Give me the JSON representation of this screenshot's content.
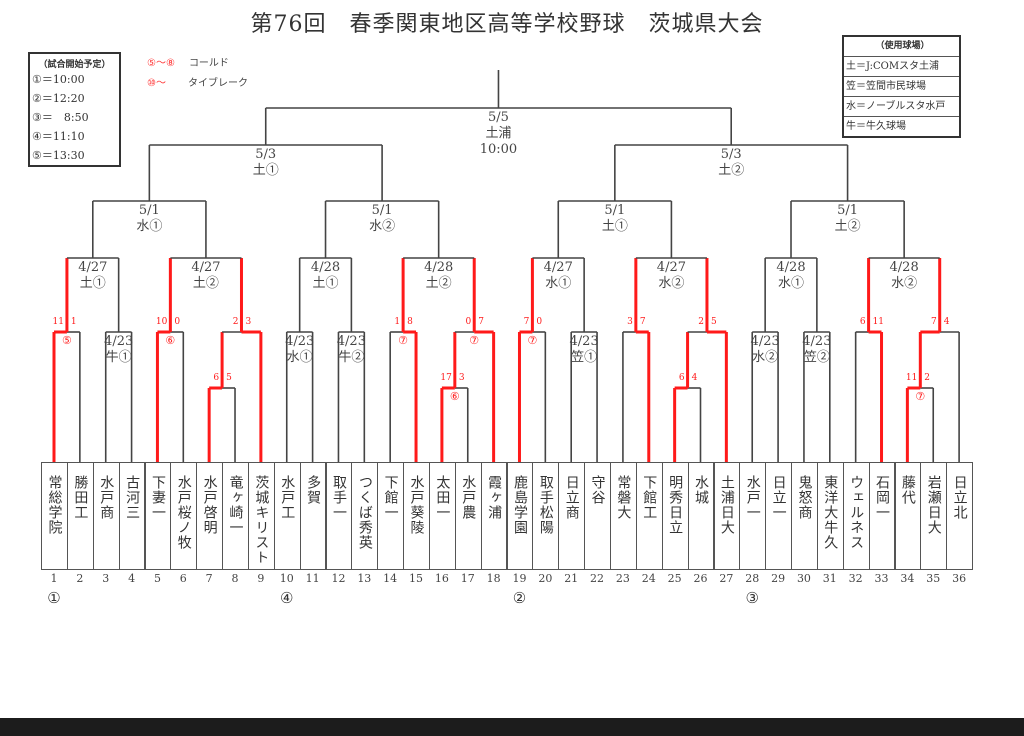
{
  "title": "第76回　春季関東地区高等学校野球　茨城県大会",
  "start_times": {
    "heading": "（試合開始予定）",
    "rows": [
      "①＝10:00",
      "②＝12:20",
      "③＝　8:50",
      "④＝11:10",
      "⑤＝13:30"
    ]
  },
  "notes": [
    {
      "mark": "⑤～⑧",
      "text": "コールド"
    },
    {
      "mark": "⑩～",
      "text": "タイブレーク"
    }
  ],
  "venues": {
    "heading": "（使用球場）",
    "rows": [
      "土＝J:COMスタ土浦",
      "笠＝笠間市民球場",
      "水＝ノーブルスタ水戸",
      "牛＝牛久球場"
    ]
  },
  "colors": {
    "win": "#ff1a1a",
    "line": "#444444"
  },
  "teams": [
    {
      "no": "1",
      "name": "常総学院"
    },
    {
      "no": "2",
      "name": "勝田工"
    },
    {
      "no": "3",
      "name": "水戸商"
    },
    {
      "no": "4",
      "name": "古河三"
    },
    {
      "no": "5",
      "name": "下妻一"
    },
    {
      "no": "6",
      "name": "水戸桜ノ牧"
    },
    {
      "no": "7",
      "name": "水戸啓明"
    },
    {
      "no": "8",
      "name": "竜ヶ崎一"
    },
    {
      "no": "9",
      "name": "茨城キリスト"
    },
    {
      "no": "10",
      "name": "水戸工"
    },
    {
      "no": "11",
      "name": "多賀"
    },
    {
      "no": "12",
      "name": "取手一"
    },
    {
      "no": "13",
      "name": "つくば秀英"
    },
    {
      "no": "14",
      "name": "下館一"
    },
    {
      "no": "15",
      "name": "水戸葵陵"
    },
    {
      "no": "16",
      "name": "太田一"
    },
    {
      "no": "17",
      "name": "水戸農"
    },
    {
      "no": "18",
      "name": "霞ヶ浦"
    },
    {
      "no": "19",
      "name": "鹿島学園"
    },
    {
      "no": "20",
      "name": "取手松陽"
    },
    {
      "no": "21",
      "name": "日立商"
    },
    {
      "no": "22",
      "name": "守谷"
    },
    {
      "no": "23",
      "name": "常磐大"
    },
    {
      "no": "24",
      "name": "下館工"
    },
    {
      "no": "25",
      "name": "明秀日立"
    },
    {
      "no": "26",
      "name": "水城"
    },
    {
      "no": "27",
      "name": "土浦日大"
    },
    {
      "no": "28",
      "name": "水戸一"
    },
    {
      "no": "29",
      "name": "日立一"
    },
    {
      "no": "30",
      "name": "鬼怒商"
    },
    {
      "no": "31",
      "name": "東洋大牛久"
    },
    {
      "no": "32",
      "name": "ウェルネス"
    },
    {
      "no": "33",
      "name": "石岡一"
    },
    {
      "no": "34",
      "name": "藤代"
    },
    {
      "no": "35",
      "name": "岩瀬日大"
    },
    {
      "no": "36",
      "name": "日立北"
    }
  ],
  "seeds": [
    {
      "team": 1,
      "mark": "①"
    },
    {
      "team": 10,
      "mark": "④"
    },
    {
      "team": 19,
      "mark": "②"
    },
    {
      "team": 28,
      "mark": "③"
    }
  ],
  "matches": [
    {
      "id": "m1",
      "a": "t1",
      "b": "t2",
      "round": 1,
      "score": [
        "11",
        "1"
      ],
      "winner": "a",
      "mark": "⑤"
    },
    {
      "id": "m2",
      "a": "t3",
      "b": "t4",
      "round": 1,
      "label": [
        "4/23",
        "牛①"
      ]
    },
    {
      "id": "m3",
      "a": "t5",
      "b": "t6",
      "round": 1,
      "score": [
        "10",
        "0"
      ],
      "winner": "a",
      "mark": "⑥"
    },
    {
      "id": "m4",
      "a": "t7",
      "b": "t8",
      "round": 0,
      "score": [
        "6",
        "5"
      ],
      "winner": "a"
    },
    {
      "id": "m5",
      "a": "m4",
      "b": "t9",
      "round": 1,
      "score": [
        "2",
        "3"
      ],
      "winner": "b"
    },
    {
      "id": "m6",
      "a": "t10",
      "b": "t11",
      "round": 1,
      "label": [
        "4/23",
        "水①"
      ]
    },
    {
      "id": "m7",
      "a": "t12",
      "b": "t13",
      "round": 1,
      "label": [
        "4/23",
        "牛②"
      ]
    },
    {
      "id": "m8",
      "a": "t14",
      "b": "t15",
      "round": 1,
      "score": [
        "1",
        "8"
      ],
      "winner": "b",
      "mark": "⑦"
    },
    {
      "id": "m9",
      "a": "t16",
      "b": "t17",
      "round": 0,
      "score": [
        "17",
        "3"
      ],
      "winner": "a",
      "mark": "⑥"
    },
    {
      "id": "m10",
      "a": "m9",
      "b": "t18",
      "round": 1,
      "score": [
        "0",
        "7"
      ],
      "winner": "b",
      "mark": "⑦"
    },
    {
      "id": "m11",
      "a": "t19",
      "b": "t20",
      "round": 1,
      "score": [
        "7",
        "0"
      ],
      "winner": "a",
      "mark": "⑦"
    },
    {
      "id": "m12",
      "a": "t21",
      "b": "t22",
      "round": 1,
      "label": [
        "4/23",
        "笠①"
      ]
    },
    {
      "id": "m13",
      "a": "t23",
      "b": "t24",
      "round": 1,
      "score": [
        "3",
        "7"
      ],
      "winner": "b"
    },
    {
      "id": "m14",
      "a": "t25",
      "b": "t26",
      "round": 0,
      "score": [
        "6",
        "4"
      ],
      "winner": "a"
    },
    {
      "id": "m15",
      "a": "m14",
      "b": "t27",
      "round": 1,
      "score": [
        "2",
        "5"
      ],
      "winner": "b"
    },
    {
      "id": "m16",
      "a": "t28",
      "b": "t29",
      "round": 1,
      "label": [
        "4/23",
        "水②"
      ]
    },
    {
      "id": "m17",
      "a": "t30",
      "b": "t31",
      "round": 1,
      "label": [
        "4/23",
        "笠②"
      ]
    },
    {
      "id": "m18",
      "a": "t32",
      "b": "t33",
      "round": 1,
      "score": [
        "6",
        "11"
      ],
      "winner": "b"
    },
    {
      "id": "m19",
      "a": "t34",
      "b": "t35",
      "round": 0,
      "score": [
        "11",
        "2"
      ],
      "winner": "a",
      "mark": "⑦"
    },
    {
      "id": "m20",
      "a": "m19",
      "b": "t36",
      "round": 1,
      "score": [
        "7",
        "4"
      ],
      "winner": "a"
    },
    {
      "id": "m21",
      "a": "m1",
      "b": "m2",
      "round": 2,
      "label": [
        "4/27",
        "土①"
      ]
    },
    {
      "id": "m22",
      "a": "m3",
      "b": "m5",
      "round": 2,
      "label": [
        "4/27",
        "土②"
      ]
    },
    {
      "id": "m23",
      "a": "m6",
      "b": "m7",
      "round": 2,
      "label": [
        "4/28",
        "土①"
      ]
    },
    {
      "id": "m24",
      "a": "m8",
      "b": "m10",
      "round": 2,
      "label": [
        "4/28",
        "土②"
      ]
    },
    {
      "id": "m25",
      "a": "m11",
      "b": "m12",
      "round": 2,
      "label": [
        "4/27",
        "水①"
      ]
    },
    {
      "id": "m26",
      "a": "m13",
      "b": "m15",
      "round": 2,
      "label": [
        "4/27",
        "水②"
      ]
    },
    {
      "id": "m27",
      "a": "m16",
      "b": "m17",
      "round": 2,
      "label": [
        "4/28",
        "水①"
      ]
    },
    {
      "id": "m28",
      "a": "m18",
      "b": "m20",
      "round": 2,
      "label": [
        "4/28",
        "水②"
      ]
    },
    {
      "id": "m29",
      "a": "m21",
      "b": "m22",
      "round": 3,
      "label": [
        "5/1",
        "水①"
      ]
    },
    {
      "id": "m30",
      "a": "m23",
      "b": "m24",
      "round": 3,
      "label": [
        "5/1",
        "水②"
      ]
    },
    {
      "id": "m31",
      "a": "m25",
      "b": "m26",
      "round": 3,
      "label": [
        "5/1",
        "土①"
      ]
    },
    {
      "id": "m32",
      "a": "m27",
      "b": "m28",
      "round": 3,
      "label": [
        "5/1",
        "土②"
      ]
    },
    {
      "id": "m33",
      "a": "m29",
      "b": "m30",
      "round": 4,
      "label": [
        "5/3",
        "土①"
      ]
    },
    {
      "id": "m34",
      "a": "m31",
      "b": "m32",
      "round": 4,
      "label": [
        "5/3",
        "土②"
      ]
    },
    {
      "id": "m35",
      "a": "m33",
      "b": "m34",
      "round": 5,
      "label": [
        "5/5",
        "土浦",
        "10:00"
      ]
    }
  ]
}
